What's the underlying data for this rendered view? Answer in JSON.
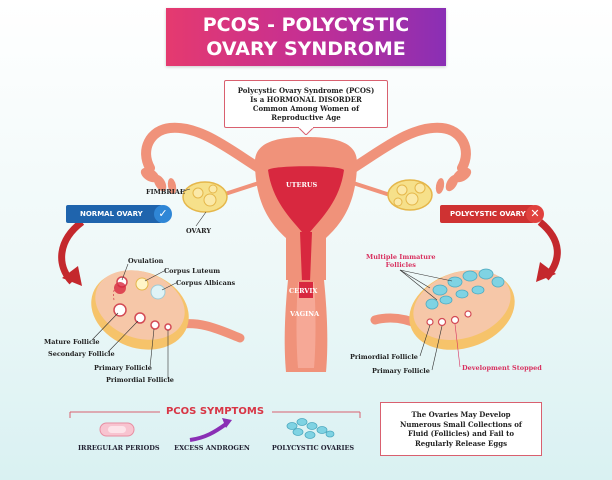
{
  "title": {
    "line1": "PCOS - POLYCYSTIC",
    "line2": "OVARY SYNDROME"
  },
  "intro": {
    "line1": "Polycystic Ovary Syndrome (PCOS)",
    "line2": "Is a HORMONAL DISORDER",
    "line3": "Common Among Women of",
    "line4": "Reproductive Age"
  },
  "anatomy": {
    "fimbriae": "FIMBRIAE",
    "ovary": "OVARY",
    "uterus": "UTERUS",
    "cervix": "CERVIX",
    "vagina": "VAGINA"
  },
  "normal": {
    "label": "NORMAL OVARY",
    "badge": "✓",
    "ovulation": "Ovulation",
    "corpus_luteum": "Corpus Luteum",
    "corpus_albicans": "Corpus Albicans",
    "mature_follicle": "Mature Follicle",
    "secondary_follicle": "Secondary Follicle",
    "primary_follicle": "Primary Follicle",
    "primordial_follicle": "Primordial Follicle"
  },
  "polycystic": {
    "label": "POLYCYSTIC OVARY",
    "badge": "✕",
    "multiple_line1": "Multiple Immature",
    "multiple_line2": "Follicles",
    "primordial_follicle": "Primordial Follicle",
    "primary_follicle": "Primary Follicle",
    "development_stopped": "Development Stopped"
  },
  "symptoms": {
    "title": "PCOS SYMPTOMS",
    "items": [
      {
        "label": "IRREGULAR PERIODS",
        "icon": "pad-icon"
      },
      {
        "label": "EXCESS ANDROGEN",
        "icon": "arrow-up-icon"
      },
      {
        "label": "POLYCYSTIC OVARIES",
        "icon": "cysts-icon"
      }
    ]
  },
  "note": {
    "line1": "The Ovaries May Develop",
    "line2": "Numerous Small Collections of",
    "line3": "Fluid (Follicles) and Fail to",
    "line4": "Regularly Release Eggs"
  },
  "colors": {
    "tissue": "#f0927a",
    "uterus_inner": "#d8283f",
    "ovary_body": "#f6c7a8",
    "cyst": "#7fd3e3",
    "normal_blue": "#1f64ad",
    "pcos_red": "#cf3232",
    "banner_start": "#e53a6f",
    "banner_end": "#8a2fb5"
  }
}
